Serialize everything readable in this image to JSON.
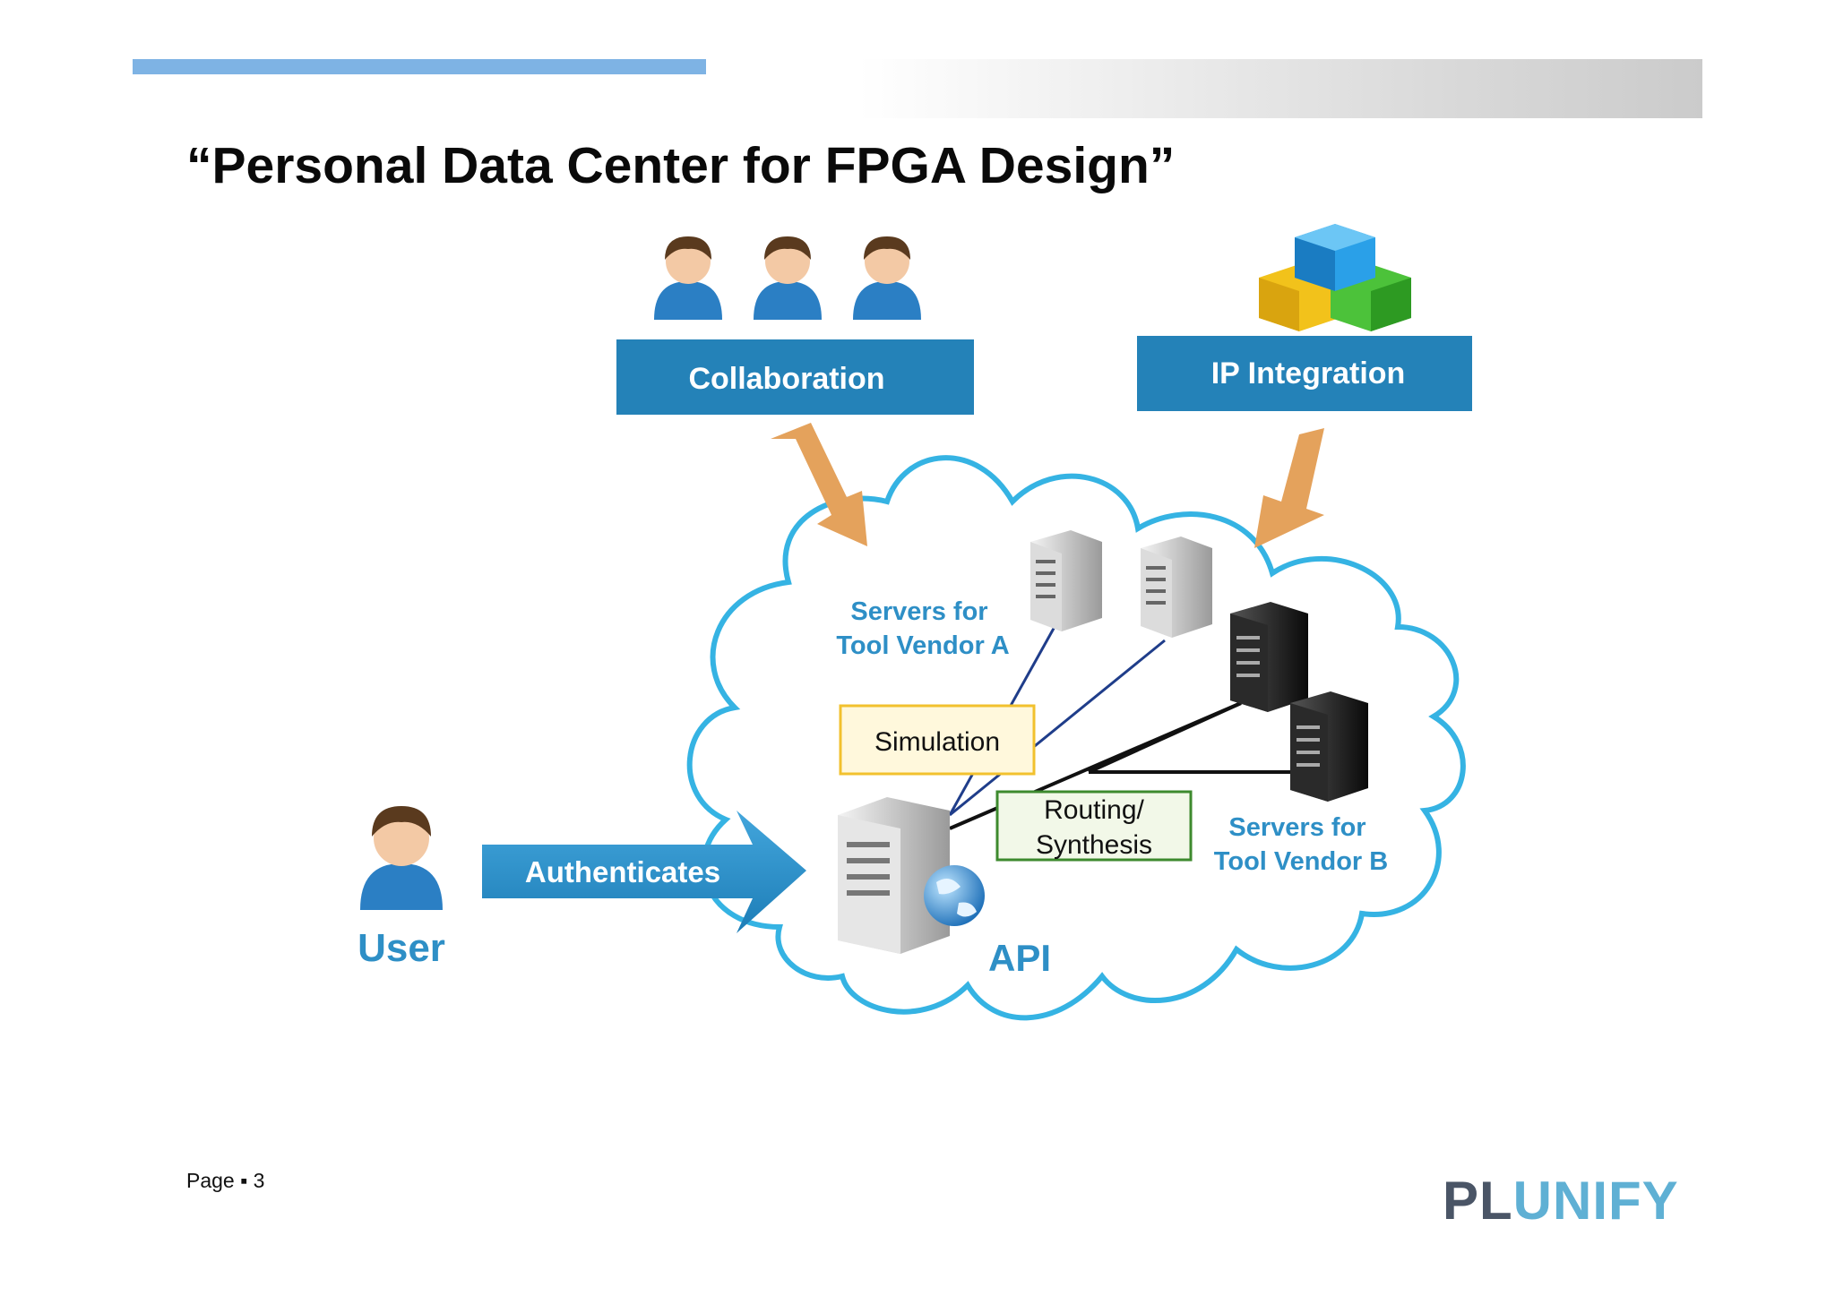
{
  "title": "“Personal Data Center for FPGA Design”",
  "collaboration": "Collaboration",
  "ip_integration": "IP Integration",
  "servers_a": [
    "Servers for",
    "Tool Vendor A"
  ],
  "servers_b": [
    "Servers for",
    "Tool Vendor B"
  ],
  "simulation": "Simulation",
  "routing": [
    "Routing/",
    "Synthesis"
  ],
  "authenticates": "Authenticates",
  "user": "User",
  "api": "API",
  "page": "Page ▪ 3",
  "logo": {
    "left": "PL",
    "right": "UNIFY"
  },
  "colors": {
    "box_blue": "#2482b8",
    "cloud": "#35b3e3",
    "arrow_orange": "#e4a25c",
    "label_blue": "#2e8fc6",
    "sim_border": "#f2c12e",
    "route_border": "#3d8a2e"
  }
}
